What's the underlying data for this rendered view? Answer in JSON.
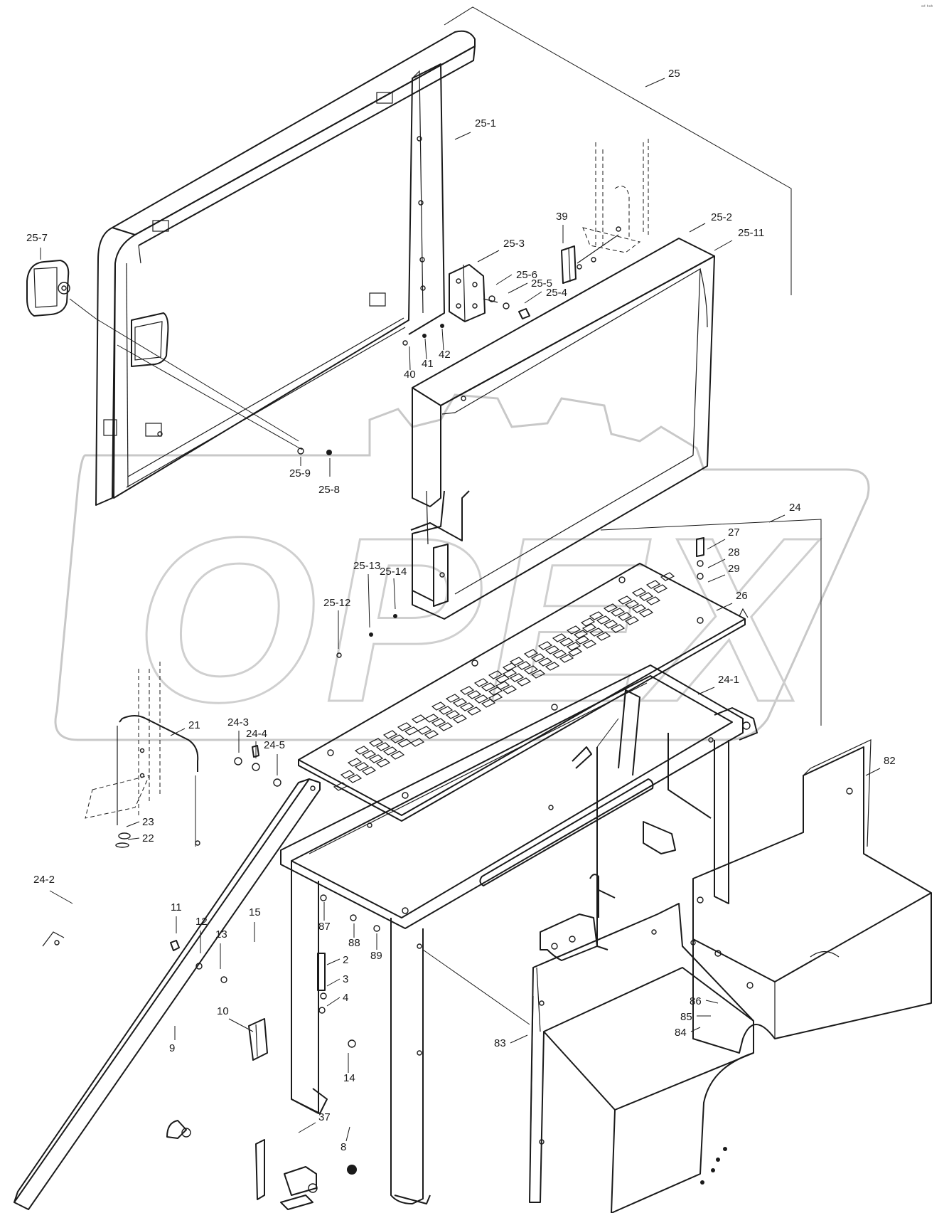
{
  "watermark": {
    "text": "OPEX"
  },
  "corner_mark": "ᵃᵈ ᵇᵃᵇ",
  "callouts": [
    {
      "id": "c25",
      "label": "25"
    },
    {
      "id": "c25-1",
      "label": "25-1"
    },
    {
      "id": "c25-2",
      "label": "25-2"
    },
    {
      "id": "c25-3",
      "label": "25-3"
    },
    {
      "id": "c25-4",
      "label": "25-4"
    },
    {
      "id": "c25-5",
      "label": "25-5"
    },
    {
      "id": "c25-6",
      "label": "25-6"
    },
    {
      "id": "c25-7",
      "label": "25-7"
    },
    {
      "id": "c25-8",
      "label": "25-8"
    },
    {
      "id": "c25-9",
      "label": "25-9"
    },
    {
      "id": "c25-11",
      "label": "25-11"
    },
    {
      "id": "c25-12",
      "label": "25-12"
    },
    {
      "id": "c25-13",
      "label": "25-13"
    },
    {
      "id": "c25-14",
      "label": "25-14"
    },
    {
      "id": "c39",
      "label": "39"
    },
    {
      "id": "c40",
      "label": "40"
    },
    {
      "id": "c41",
      "label": "41"
    },
    {
      "id": "c42",
      "label": "42"
    },
    {
      "id": "c24",
      "label": "24"
    },
    {
      "id": "c24-1",
      "label": "24-1"
    },
    {
      "id": "c24-2",
      "label": "24-2"
    },
    {
      "id": "c24-3",
      "label": "24-3"
    },
    {
      "id": "c24-4",
      "label": "24-4"
    },
    {
      "id": "c24-5",
      "label": "24-5"
    },
    {
      "id": "c26",
      "label": "26"
    },
    {
      "id": "c27",
      "label": "27"
    },
    {
      "id": "c28",
      "label": "28"
    },
    {
      "id": "c29",
      "label": "29"
    },
    {
      "id": "c21",
      "label": "21"
    },
    {
      "id": "c22",
      "label": "22"
    },
    {
      "id": "c23",
      "label": "23"
    },
    {
      "id": "c82",
      "label": "82"
    },
    {
      "id": "c83",
      "label": "83"
    },
    {
      "id": "c84",
      "label": "84"
    },
    {
      "id": "c85",
      "label": "85"
    },
    {
      "id": "c86",
      "label": "86"
    },
    {
      "id": "c87",
      "label": "87"
    },
    {
      "id": "c88",
      "label": "88"
    },
    {
      "id": "c89",
      "label": "89"
    },
    {
      "id": "c2",
      "label": "2"
    },
    {
      "id": "c3",
      "label": "3"
    },
    {
      "id": "c4",
      "label": "4"
    },
    {
      "id": "c8",
      "label": "8"
    },
    {
      "id": "c9",
      "label": "9"
    },
    {
      "id": "c10",
      "label": "10"
    },
    {
      "id": "c11",
      "label": "11"
    },
    {
      "id": "c12",
      "label": "12"
    },
    {
      "id": "c13",
      "label": "13"
    },
    {
      "id": "c14",
      "label": "14"
    },
    {
      "id": "c15",
      "label": "15"
    },
    {
      "id": "c37",
      "label": "37"
    }
  ]
}
